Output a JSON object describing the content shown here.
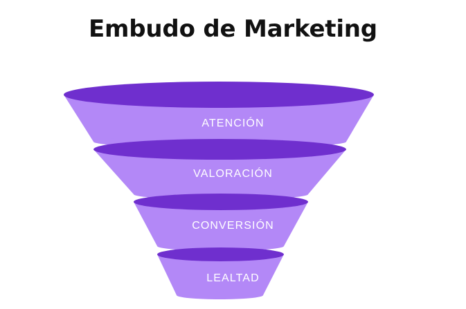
{
  "title": "Embudo de Marketing",
  "colors": {
    "background": "#ffffff",
    "segment_light": "#b388f7",
    "segment_dark": "#6f2fce",
    "label_text": "#ffffff",
    "title_text": "#111111"
  },
  "chart_data": {
    "type": "funnel",
    "title": "Embudo de Marketing",
    "xlabel": "",
    "ylabel": "",
    "orientation": "vertical",
    "legend": "none",
    "grid": false,
    "stages": [
      {
        "label": "ATENCIÓN",
        "order": 1,
        "top_width": 448,
        "bottom_width": 365,
        "relative_width": 1.0
      },
      {
        "label": "VALORACIÓN",
        "order": 2,
        "top_width": 365,
        "bottom_width": 252,
        "relative_width": 0.81
      },
      {
        "label": "CONVERSIÓN",
        "order": 3,
        "top_width": 252,
        "bottom_width": 183,
        "relative_width": 0.56
      },
      {
        "label": "LEALTAD",
        "order": 4,
        "top_width": 183,
        "bottom_width": 125,
        "relative_width": 0.41
      }
    ],
    "categories": [
      "ATENCIÓN",
      "VALORACIÓN",
      "CONVERSIÓN",
      "LEALTAD"
    ],
    "values": [
      1.0,
      0.81,
      0.56,
      0.41
    ]
  },
  "funnel": {
    "segments": [
      {
        "label": "ATENCIÓN"
      },
      {
        "label": "VALORACIÓN"
      },
      {
        "label": "CONVERSIÓN"
      },
      {
        "label": "LEALTAD"
      }
    ]
  }
}
